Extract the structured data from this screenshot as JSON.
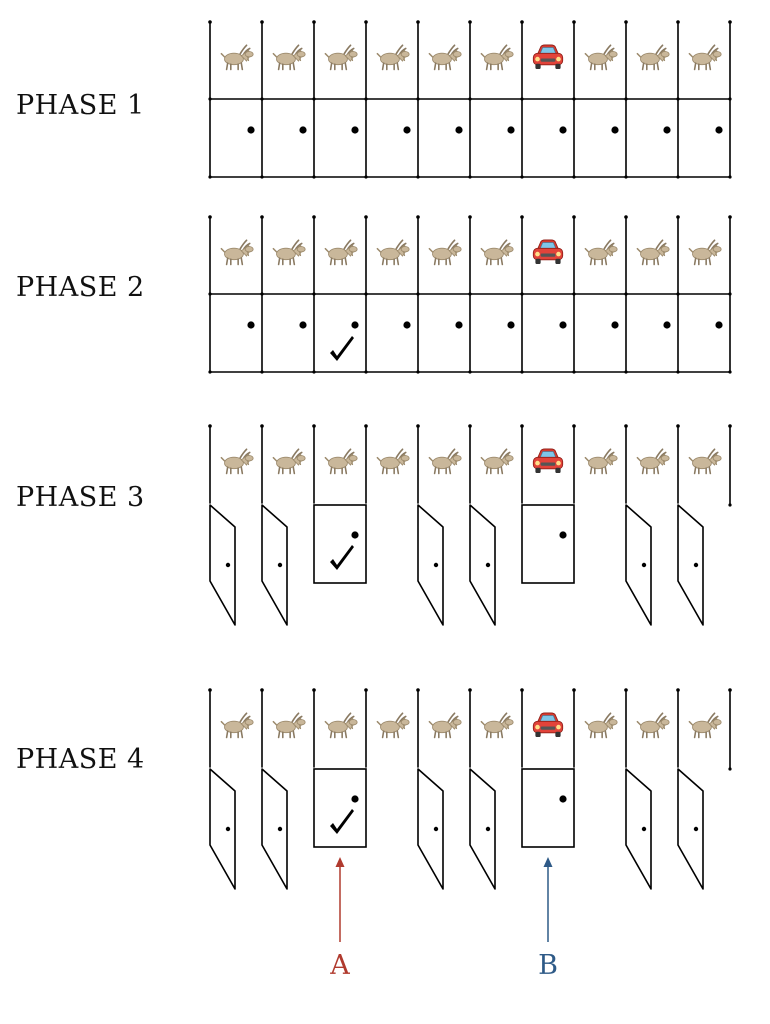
{
  "phases": [
    {
      "label": "PHASE 1",
      "open_doors": [],
      "closed_doors": [
        0,
        1,
        2,
        3,
        4,
        5,
        6,
        7,
        8,
        9
      ],
      "selected_door": null
    },
    {
      "label": "PHASE 2",
      "open_doors": [],
      "closed_doors": [
        0,
        1,
        2,
        3,
        4,
        5,
        6,
        7,
        8,
        9
      ],
      "selected_door": 2
    },
    {
      "label": "PHASE 3",
      "open_doors": [
        0,
        1,
        4,
        5,
        8,
        9
      ],
      "closed_doors": [
        2,
        6
      ],
      "selected_door": 2
    },
    {
      "label": "PHASE 4",
      "open_doors": [
        0,
        1,
        4,
        5,
        8,
        9
      ],
      "closed_doors": [
        2,
        6
      ],
      "selected_door": 2
    }
  ],
  "doors": [
    {
      "prize": "goat"
    },
    {
      "prize": "goat"
    },
    {
      "prize": "goat"
    },
    {
      "prize": "goat"
    },
    {
      "prize": "goat"
    },
    {
      "prize": "goat"
    },
    {
      "prize": "car"
    },
    {
      "prize": "goat"
    },
    {
      "prize": "goat"
    },
    {
      "prize": "goat"
    }
  ],
  "arrows": [
    {
      "label": "A",
      "door": 2,
      "color": "#b03a2e"
    },
    {
      "label": "B",
      "door": 6,
      "color": "#2e5a87"
    }
  ],
  "icons": {
    "goat": "goat-icon",
    "car": "car-icon",
    "check": "checkmark-icon",
    "knob": "door-knob-icon"
  }
}
